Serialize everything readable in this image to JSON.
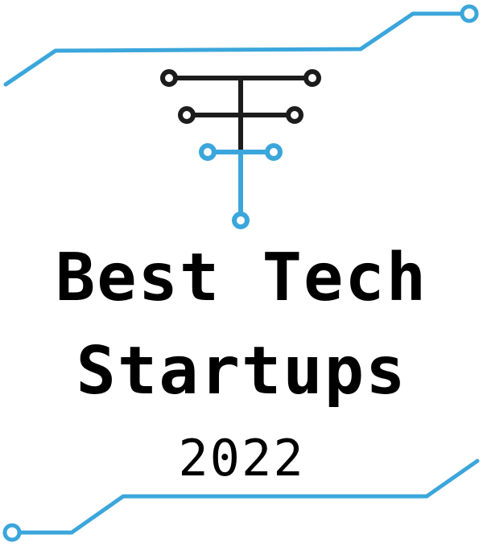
{
  "badge": {
    "title_line_1": "Best Tech",
    "title_line_2": "Startups",
    "year": "2022"
  },
  "icons": {
    "logo": "circuit-tree-logo-icon",
    "top_trace": "circuit-trace-top-icon",
    "bottom_trace": "circuit-trace-bottom-icon"
  },
  "colors": {
    "accent": "#3ba6db",
    "ink": "#1c1c1c",
    "text": "#000000",
    "background": "#ffffff"
  }
}
